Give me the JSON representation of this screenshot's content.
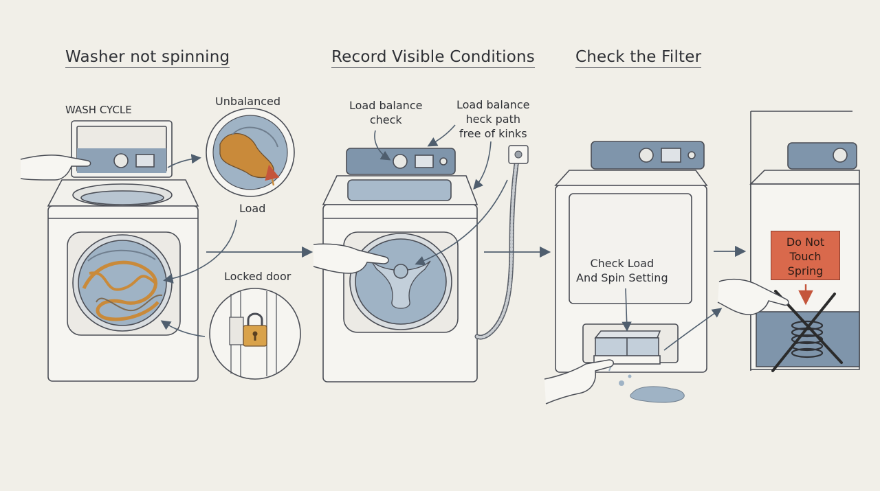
{
  "titles": {
    "panel1": "Washer not spinning",
    "panel2": "Record Visible Conditions",
    "panel3": "Check the Filter"
  },
  "labels": {
    "wash_cycle": "WASH CYCLE",
    "unbalanced": "Unbalanced",
    "load": "Load",
    "locked_door": "Locked door",
    "load_balance_check": [
      "Load balance",
      "check"
    ],
    "hose_path": [
      "Load balance",
      "heck path",
      "free of kinks"
    ],
    "check_load_spin": [
      "Check Load",
      "And Spin Setting"
    ]
  },
  "warning": {
    "lines": [
      "Do Not",
      "Touch",
      "Spring"
    ],
    "color": "#d9694c"
  },
  "colors": {
    "background": "#f1efe8",
    "line": "#4a4d55",
    "panel_blue": "#7f95ab",
    "drum_blue": "#9eb2c4",
    "clothes_orange": "#c98a3a",
    "padlock": "#d9a24a",
    "cross": "#2b2b2b"
  },
  "icons": [
    "hand-icon",
    "padlock-icon",
    "arrow-icon",
    "cross-icon",
    "spring-icon",
    "water-puddle-icon"
  ]
}
